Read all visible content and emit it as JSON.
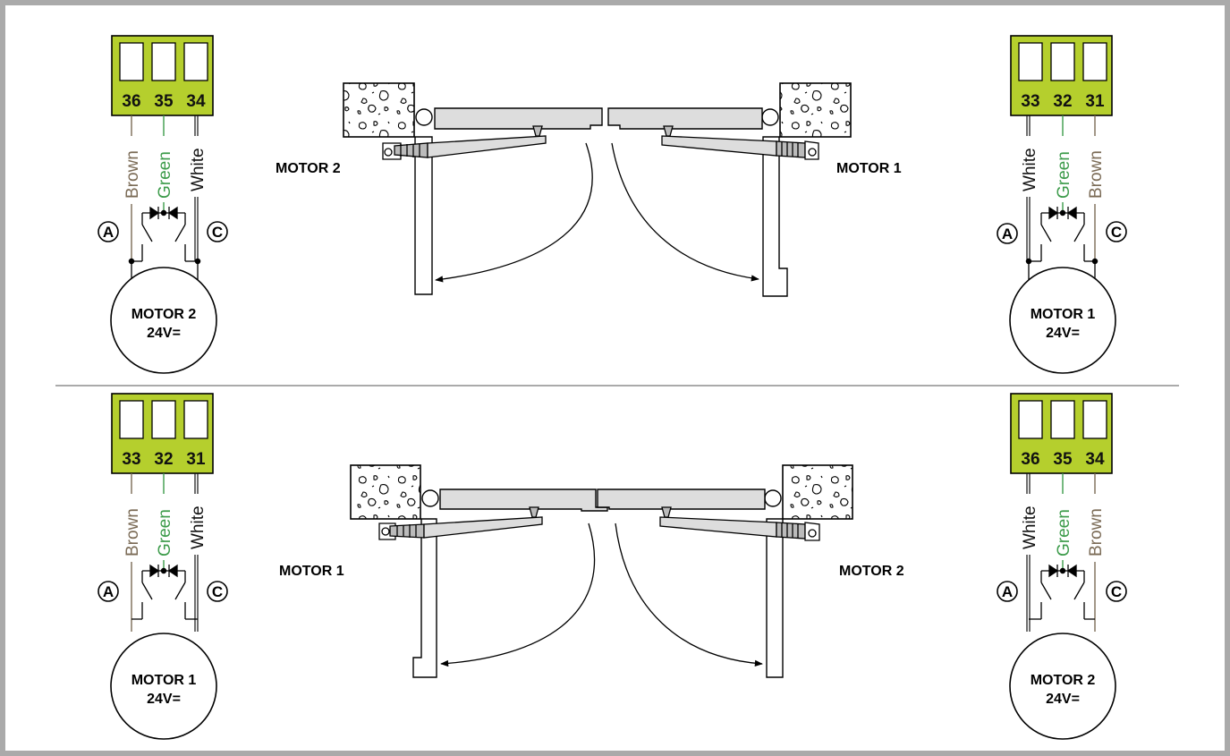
{
  "colors": {
    "terminal_green": "#b5cf2d",
    "brown": "#7a6a55",
    "green": "#3c9b4a",
    "white_wire": "#111111",
    "arm_fill": "#dddddd",
    "leaf_fill": "#dddddd",
    "frame": "#aaaaaa",
    "divider": "#555555"
  },
  "labels": {
    "circle_a": "A",
    "circle_c": "C",
    "brown": "Brown",
    "green": "Green",
    "white": "White"
  },
  "panels": [
    {
      "left_unit": {
        "terminals": [
          "36",
          "35",
          "34"
        ],
        "motor_name": "MOTOR 2",
        "motor_voltage": "24V="
      },
      "right_unit": {
        "terminals": [
          "33",
          "32",
          "31"
        ],
        "motor_name": "MOTOR 1",
        "motor_voltage": "24V="
      },
      "gate": {
        "left_motor": "MOTOR 2",
        "right_motor": "MOTOR 1"
      }
    },
    {
      "left_unit": {
        "terminals": [
          "33",
          "32",
          "31"
        ],
        "motor_name": "MOTOR 1",
        "motor_voltage": "24V="
      },
      "right_unit": {
        "terminals": [
          "36",
          "35",
          "34"
        ],
        "motor_name": "MOTOR 2",
        "motor_voltage": "24V="
      },
      "gate": {
        "left_motor": "MOTOR 1",
        "right_motor": "MOTOR 2"
      }
    }
  ]
}
